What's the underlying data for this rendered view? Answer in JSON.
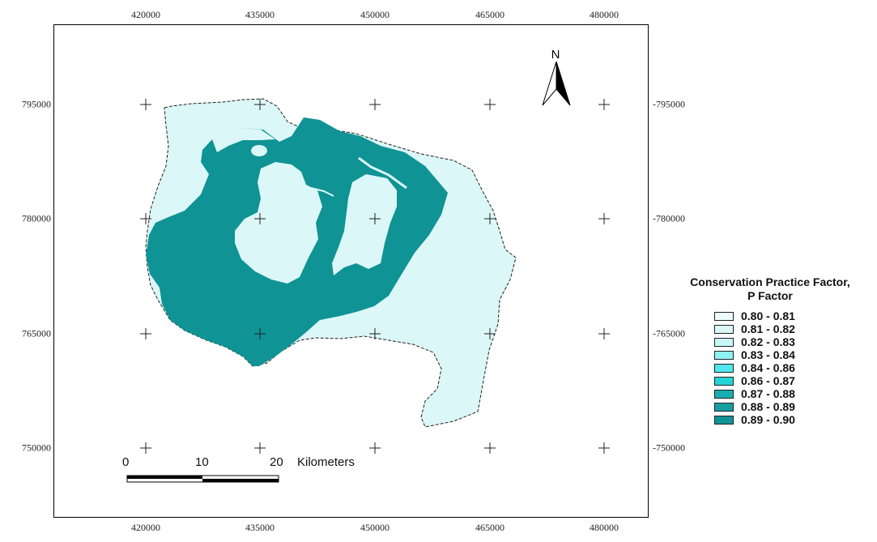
{
  "grid": {
    "top_ticks": [
      "420000",
      "435000",
      "450000",
      "465000",
      "480000"
    ],
    "bottom_ticks": [
      "420000",
      "435000",
      "450000",
      "465000",
      "480000"
    ],
    "left_ticks": [
      "795000",
      "780000",
      "765000",
      "750000"
    ],
    "right_ticks": [
      "-795000",
      "-780000",
      "-765000",
      "-750000"
    ]
  },
  "north_arrow": {
    "label": "N",
    "icon": "north-arrow-icon"
  },
  "scale_bar": {
    "labels": [
      "0",
      "10",
      "20"
    ],
    "unit": "Kilometers"
  },
  "legend": {
    "title_line1": "Conservation Practice Factor,",
    "title_line2": "P  Factor",
    "items": [
      {
        "label": "0.80 - 0.81",
        "color": "#eefcfc"
      },
      {
        "label": "0.81 - 0.82",
        "color": "#ddf7f8"
      },
      {
        "label": "0.82 - 0.83",
        "color": "#c9f7f8"
      },
      {
        "label": "0.83 - 0.84",
        "color": "#8ff3f5"
      },
      {
        "label": "0.84 - 0.86",
        "color": "#4ee8ec"
      },
      {
        "label": "0.86 - 0.87",
        "color": "#26d3d6"
      },
      {
        "label": "0.87 - 0.88",
        "color": "#17aeb0"
      },
      {
        "label": "0.88 - 0.89",
        "color": "#169ea0"
      },
      {
        "label": "0.89 - 0.90",
        "color": "#0f9395"
      }
    ]
  },
  "colors": {
    "light_area": "#dcf7f8",
    "dark_area": "#0f9395",
    "frame": "#000000"
  }
}
